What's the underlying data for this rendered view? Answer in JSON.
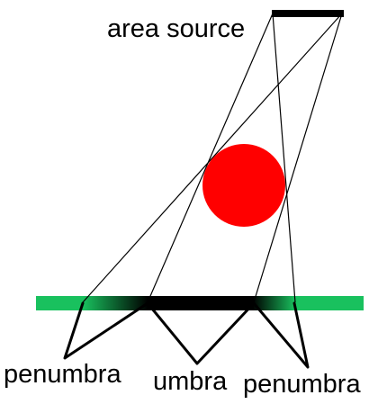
{
  "labels": {
    "source": "area source",
    "penumbra_left": "penumbra",
    "umbra": "umbra",
    "penumbra_right": "penumbra"
  },
  "colors": {
    "background": "#ffffff",
    "ground": "#19c15e",
    "occluder": "#ff0000",
    "shadow": "#000000",
    "rays": "#000000"
  }
}
